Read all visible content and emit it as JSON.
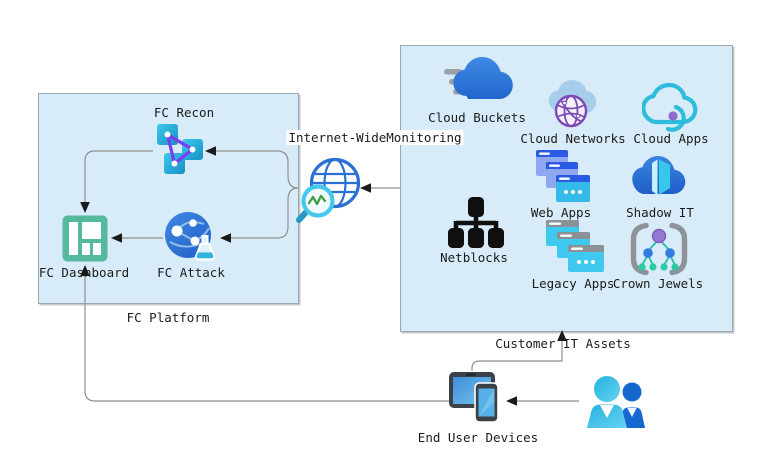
{
  "colors": {
    "box_fill": "#d7ecf8",
    "box_border": "#9aa7b0",
    "connector": "#8f8f8f",
    "arrowhead": "#1a1a1a",
    "text": "#1c1c1c",
    "dashboard_teal": "#55b9a0",
    "cyan_accent": "#35bde4",
    "blue_accent": "#2f7de1",
    "purple_accent": "#7c3cf0"
  },
  "platform": {
    "label": "FC Platform",
    "nodes": {
      "recon": "FC Recon",
      "dashboard": "FC Dashboard",
      "attack": "FC Attack"
    }
  },
  "monitoring": {
    "label": "Internet-WideMonitoring"
  },
  "assets": {
    "label": "Customer IT Assets",
    "items": {
      "cloud_buckets": "Cloud Buckets",
      "cloud_networks": "Cloud Networks",
      "cloud_apps": "Cloud Apps",
      "web_apps": "Web Apps",
      "shadow_it": "Shadow IT",
      "netblocks": "Netblocks",
      "legacy_apps": "Legacy Apps",
      "crown_jewels": "Crown Jewels"
    }
  },
  "endpoints": {
    "end_user_devices": "End User Devices"
  }
}
